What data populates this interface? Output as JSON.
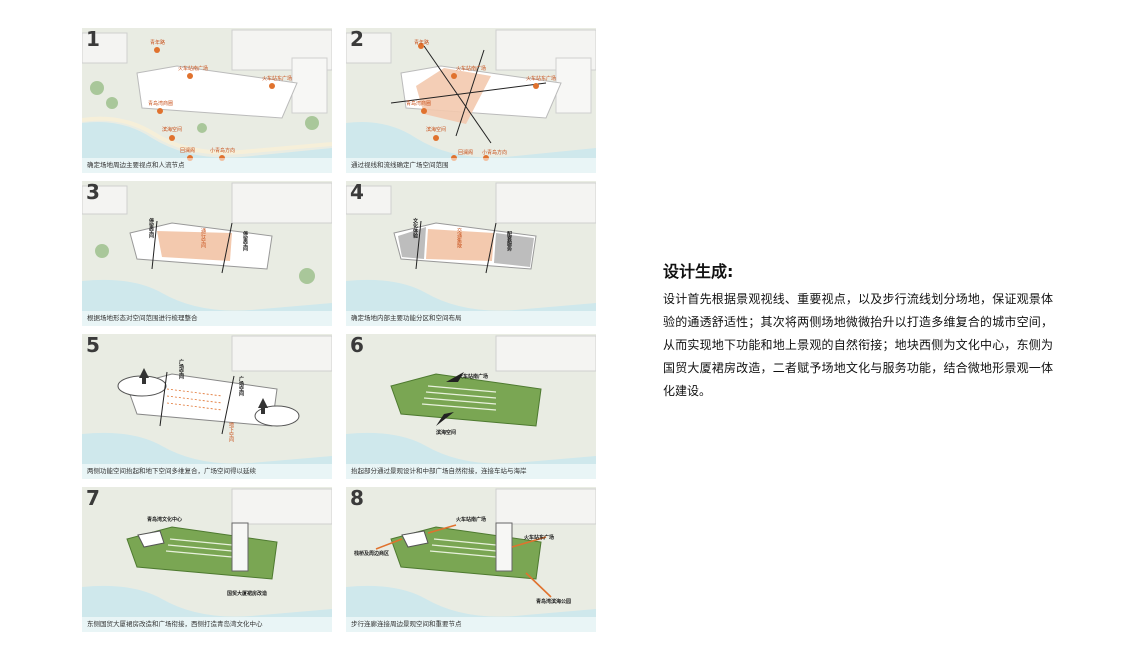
{
  "panels": [
    {
      "num": "1",
      "caption": "确定场地周边主要视点和人流节点",
      "labels": [
        "青年路",
        "火车站南广场",
        "火车站东广场",
        "青岛湾商圈",
        "滨海空间",
        "回澜阁",
        "小青岛方向"
      ]
    },
    {
      "num": "2",
      "caption": "通过视线和流线确定广场空间范围",
      "labels": [
        "青年路",
        "火车站南广场",
        "火车站东广场",
        "青岛湾商圈",
        "滨海空间",
        "回澜阁",
        "小青岛方向"
      ]
    },
    {
      "num": "3",
      "caption": "根据场地形态对空间范围进行梳理整合",
      "labels": [
        "停留空间",
        "通行空间",
        "停留空间"
      ]
    },
    {
      "num": "4",
      "caption": "确定场地内部主要功能分区和空间布局",
      "labels": [
        "文化体验",
        "交通集散",
        "配套服务"
      ]
    },
    {
      "num": "5",
      "caption": "两侧功能空间抬起和地下空间多维复合，广场空间得以延续",
      "labels": [
        "广场空间",
        "广场空间",
        "地下空间"
      ]
    },
    {
      "num": "6",
      "caption": "抬起部分通过景观设计和中部广场自然衔接，连接车站与海岸",
      "labels": [
        "火车站南广场",
        "滨海空间"
      ]
    },
    {
      "num": "7",
      "caption": "东侧国贸大厦裙房改造和广场衔接，西侧打造青岛湾文化中心",
      "labels": [
        "青岛湾文化中心",
        "国贸大厦裙房改造"
      ]
    },
    {
      "num": "8",
      "caption": "步行连廊连接周边景观空间和重要节点",
      "labels": [
        "火车站南广场",
        "火车站东广场",
        "栈桥及周边商区",
        "青岛湾滨海公园"
      ]
    }
  ],
  "text": {
    "title": "设计生成:",
    "description": "设计首先根据景观视线、重要视点，以及步行流线划分场地，保证观景体验的通透舒适性；其次将两侧场地微微抬升以打造多维复合的城市空间，从而实现地下功能和地上景观的自然衔接；地块西侧为文化中心，东侧为国贸大厦裙房改造，二者赋予场地文化与服务功能，结合微地形景观一体化建设。"
  },
  "colors": {
    "site_orange": "#f3c9ae",
    "marker_orange": "#e0722e",
    "sea": "#cfe8ec",
    "green_roof": "#7aa653",
    "building": "#f4f4f2"
  }
}
